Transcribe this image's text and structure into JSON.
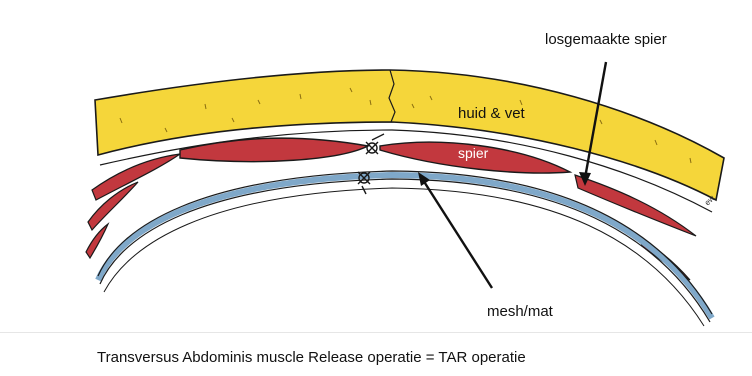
{
  "labels": {
    "released_muscle": "losgemaakte spier",
    "skin_fat": "huid & vet",
    "muscle": "spier",
    "mesh": "mesh/mat"
  },
  "caption": "Transversus Abdominis muscle Release operatie = TAR operatie",
  "colors": {
    "skin_fat": "#f5d63a",
    "muscle": "#c2383e",
    "mesh": "#7fa8c9",
    "outline": "#1a1a1a"
  }
}
